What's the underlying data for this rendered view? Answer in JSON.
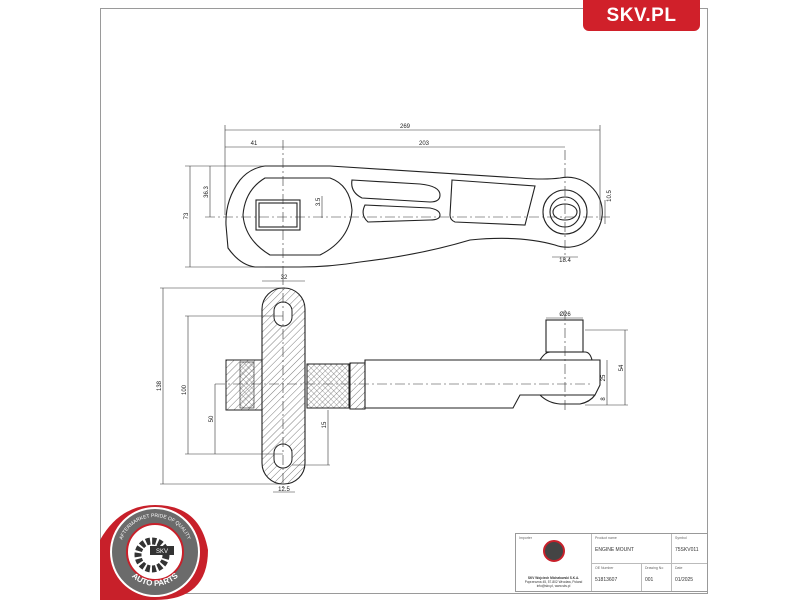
{
  "brand": {
    "label": "SKV.PL",
    "color": "#d0202a"
  },
  "seal": {
    "text_top": "AFTERMARKET PRIDE OF QUALITY",
    "badge": "SKV",
    "text_bottom": "AUTO PARTS"
  },
  "top_view": {
    "dims": {
      "overall_length": "269",
      "pivot_offset": "41",
      "center_distance": "203",
      "height": "73",
      "half_height": "36.3",
      "offset": "3.5",
      "eye_width": "10.5",
      "eye_dia": "18.4"
    }
  },
  "side_view": {
    "dims": {
      "plate_width": "32",
      "plate_height": "138",
      "hole_spacing": "100",
      "lower_offset": "50",
      "hole_len": "15",
      "hole_width": "12.5",
      "bush_dia": "Ø26",
      "eye_height": "54",
      "eye_mid": "25",
      "eye_low": "8"
    }
  },
  "title_block": {
    "importer_label": "Importer",
    "importer_lines": [
      "SKV Wojciech Michałowski S.K.A.",
      "Poprzeczna 45, 57-802 Wrocław, Poland",
      "info@skv.pl, www.skv.pl"
    ],
    "product_name_label": "Product name",
    "product_name": "ENGINE MOUNT",
    "symbol_label": "Symbol",
    "symbol": "75SKV011",
    "oe_label": "OE Number",
    "oe_number": "51813607",
    "drawing_label": "Drawing No",
    "drawing_no": "001",
    "date_label": "Date",
    "date": "01/2025"
  }
}
